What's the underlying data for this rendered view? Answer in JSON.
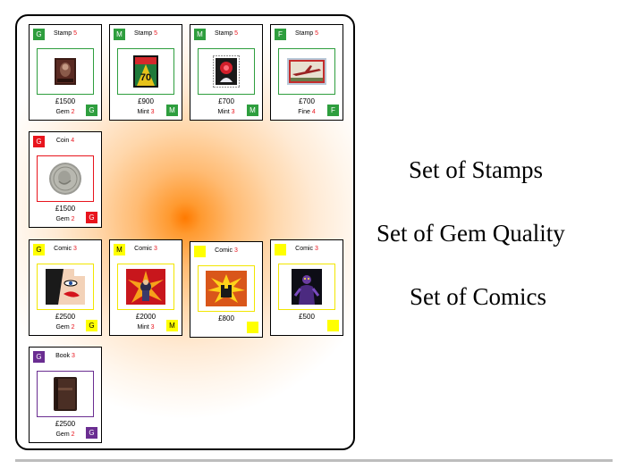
{
  "cards": [
    {
      "id": "stamp-1",
      "category": "Stamp",
      "count": "5",
      "price": "£1500",
      "grade": "Gem",
      "grade_count": "2",
      "badge": "G",
      "color": "#2e9e3e",
      "art": "penny-black-stamp"
    },
    {
      "id": "stamp-2",
      "category": "Stamp",
      "count": "5",
      "price": "£900",
      "grade": "Mint",
      "grade_count": "3",
      "badge": "M",
      "color": "#2e9e3e",
      "art": "number-70-stamp"
    },
    {
      "id": "stamp-3",
      "category": "Stamp",
      "count": "5",
      "price": "£700",
      "grade": "Mint",
      "grade_count": "3",
      "badge": "M",
      "color": "#2e9e3e",
      "art": "flower-stamp"
    },
    {
      "id": "stamp-4",
      "category": "Stamp",
      "count": "5",
      "price": "£700",
      "grade": "Fine",
      "grade_count": "4",
      "badge": "F",
      "color": "#2e9e3e",
      "art": "airplane-stamp"
    },
    {
      "id": "coin-1",
      "category": "Coin",
      "count": "4",
      "price": "£1500",
      "grade": "Gem",
      "grade_count": "2",
      "badge": "G",
      "color": "#e8141d",
      "art": "silver-coin"
    },
    {
      "id": "comic-1",
      "category": "Comic",
      "count": "3",
      "price": "£2500",
      "grade": "Gem",
      "grade_count": "2",
      "badge": "G",
      "color": "#ffff00",
      "art": "pop-art-face-comic"
    },
    {
      "id": "comic-2",
      "category": "Comic",
      "count": "3",
      "price": "£2000",
      "grade": "Mint",
      "grade_count": "3",
      "badge": "M",
      "color": "#ffff00",
      "art": "hero-burst-comic"
    },
    {
      "id": "comic-3",
      "category": "Comic",
      "count": "3",
      "price": "£800",
      "grade": "",
      "grade_count": "",
      "badge": "",
      "color": "#ffff00",
      "art": "explosion-comic"
    },
    {
      "id": "comic-4",
      "category": "Comic",
      "count": "3",
      "price": "£500",
      "grade": "",
      "grade_count": "",
      "badge": "",
      "color": "#ffff00",
      "art": "purple-villain-comic"
    },
    {
      "id": "book-1",
      "category": "Book",
      "count": "3",
      "price": "£2500",
      "grade": "Gem",
      "grade_count": "2",
      "badge": "G",
      "color": "#6a2d91",
      "art": "leather-book"
    }
  ],
  "sets": [
    "Set of Stamps",
    "Set of Gem Quality",
    "Set of Comics"
  ]
}
